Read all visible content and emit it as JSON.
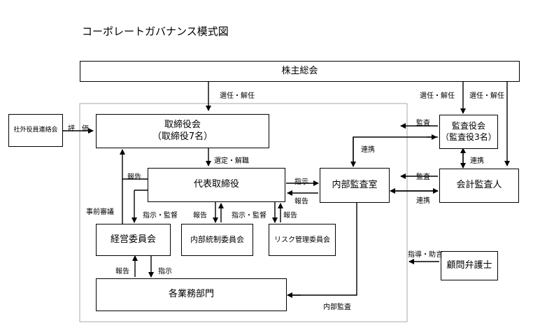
{
  "title": "コーポレートガバナンス模式図",
  "boxes": {
    "shareholders": "株主総会",
    "board": "取締役会\n（取締役7名）",
    "external": "社外役員連絡会",
    "representative": "代表取締役",
    "internal_audit_office": "内部監査室",
    "audit_board": "監査役会\n（監査役3名）",
    "accounting_auditor": "会計監査人",
    "management_committee": "経営委員会",
    "internal_control_committee": "内部統制委員会",
    "risk_committee": "リスク管理委員会",
    "departments": "各業務部門",
    "legal_advisor": "顧問弁護士"
  },
  "labels": {
    "appoint_dismiss_1": "選任・解任",
    "appoint_dismiss_2": "選任・解任",
    "appoint_dismiss_3": "選任・解任",
    "evaluation": "評　価",
    "audit_1": "監査",
    "audit_2": "監査",
    "select_remove": "選定・解職",
    "cooperation_1": "連携",
    "cooperation_2": "連携",
    "cooperation_3": "連携",
    "report_1": "報告",
    "instruction_1": "指示",
    "report_2": "報告",
    "prior_deliberation": "事前審議",
    "instruct_supervise_1": "指示・監督",
    "report_3": "報告",
    "instruct_supervise_2": "指示・監督",
    "report_4": "報告",
    "report_5": "報告",
    "instruction_2": "指示",
    "internal_audit": "内部監査",
    "guidance_advice": "指導・助言"
  }
}
